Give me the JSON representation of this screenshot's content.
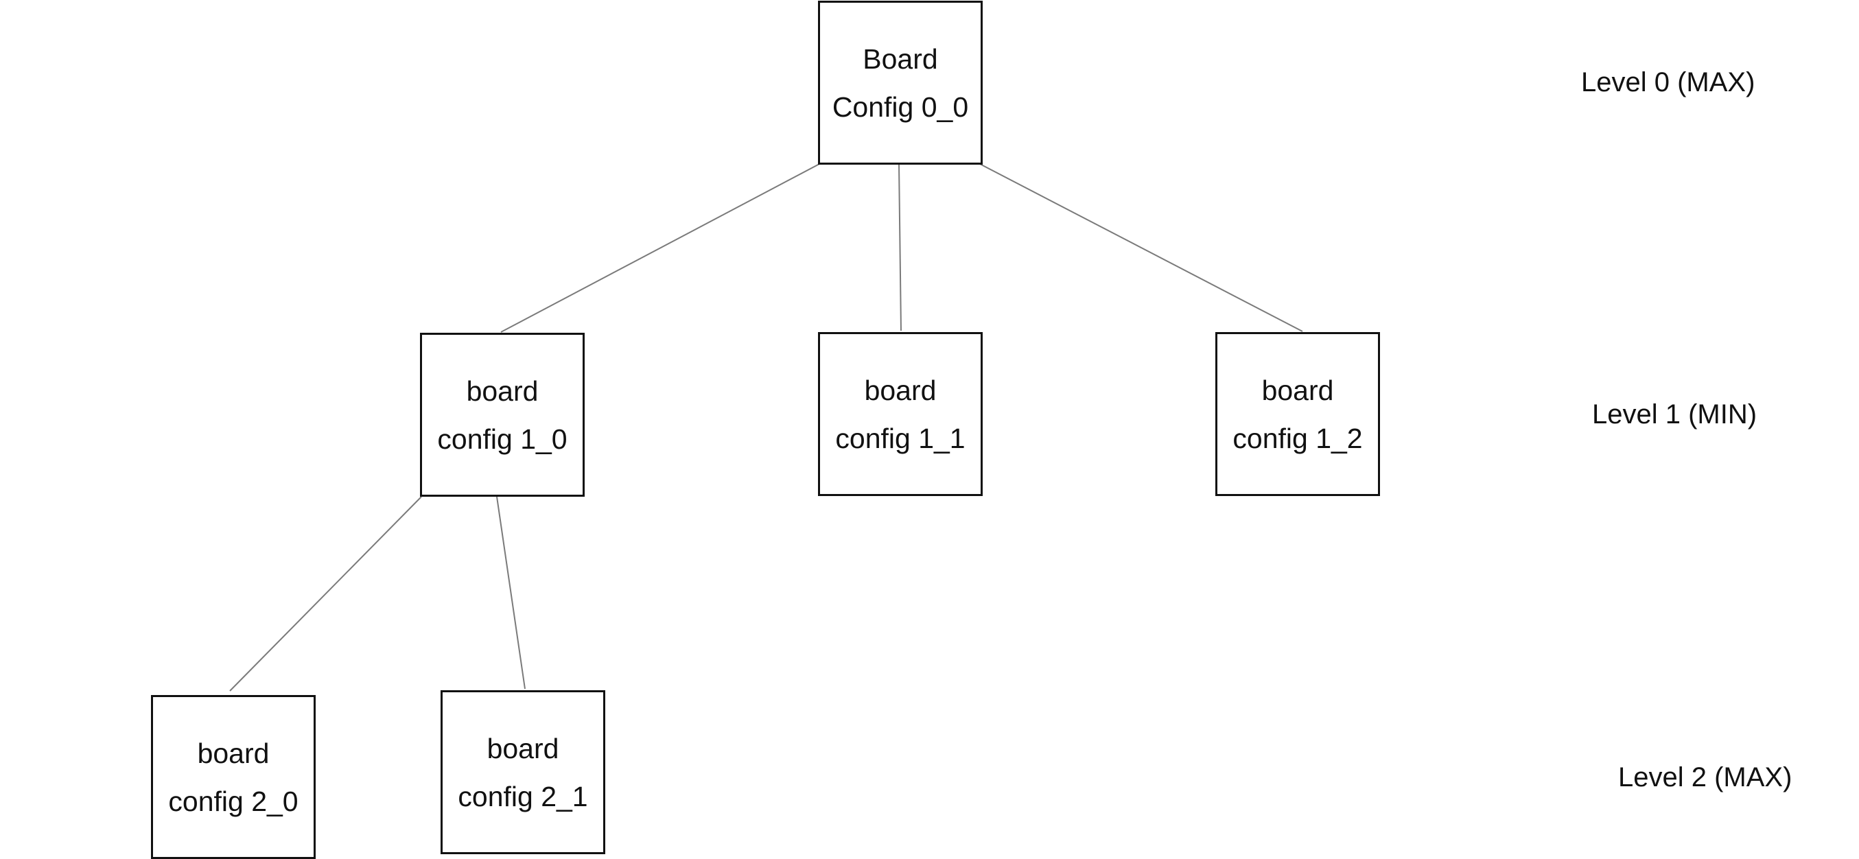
{
  "tree": {
    "nodes": [
      {
        "id": "n0_0",
        "line1": "Board",
        "line2": "Config 0_0"
      },
      {
        "id": "n1_0",
        "line1": "board",
        "line2": "config 1_0"
      },
      {
        "id": "n1_1",
        "line1": "board",
        "line2": "config 1_1"
      },
      {
        "id": "n1_2",
        "line1": "board",
        "line2": "config 1_2"
      },
      {
        "id": "n2_0",
        "line1": "board",
        "line2": "config 2_0"
      },
      {
        "id": "n2_1",
        "line1": "board",
        "line2": "config 2_1"
      }
    ],
    "edges": [
      {
        "from": "n0_0",
        "to": "n1_0"
      },
      {
        "from": "n0_0",
        "to": "n1_1"
      },
      {
        "from": "n0_0",
        "to": "n1_2"
      },
      {
        "from": "n1_0",
        "to": "n2_0"
      },
      {
        "from": "n1_0",
        "to": "n2_1"
      }
    ]
  },
  "levels": [
    {
      "label": "Level 0 (MAX)"
    },
    {
      "label": "Level 1 (MIN)"
    },
    {
      "label": "Level 2 (MAX)"
    }
  ],
  "colors": {
    "node_border": "#111111",
    "edge": "#7a7a7a",
    "text": "#111111"
  }
}
